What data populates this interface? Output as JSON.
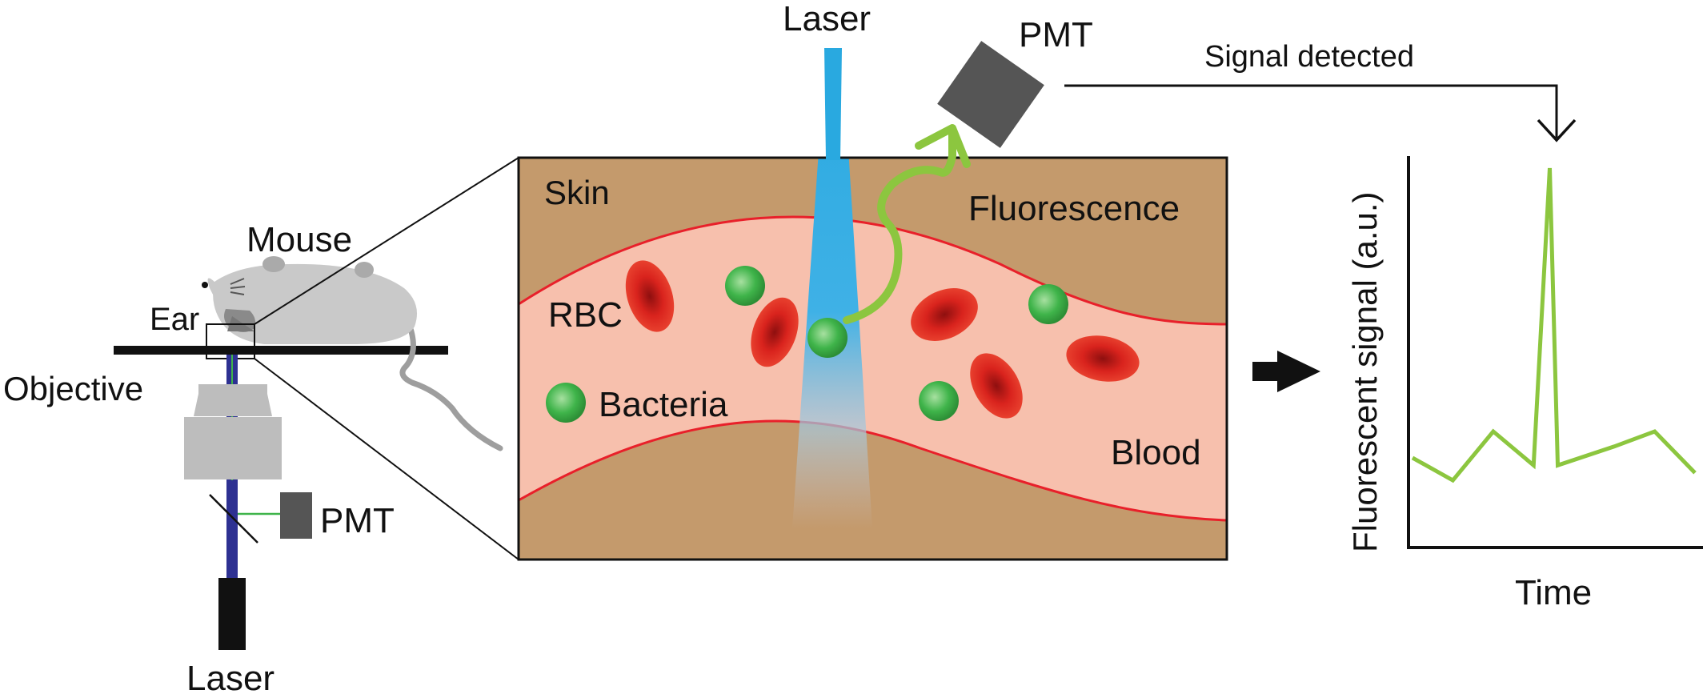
{
  "setup": {
    "mouse_label": "Mouse",
    "ear_label": "Ear",
    "objective_label": "Objective",
    "pmt_label": "PMT",
    "laser_label": "Laser"
  },
  "zoom": {
    "laser_label": "Laser",
    "pmt_label": "PMT",
    "signal_detected_label": "Signal detected",
    "skin_label": "Skin",
    "fluorescence_label": "Fluorescence",
    "rbc_label": "RBC",
    "bacteria_label": "Bacteria",
    "blood_label": "Blood"
  },
  "colors": {
    "skin": "#c49a6c",
    "blood": "#f7c0ad",
    "vessel_line": "#e8202a",
    "rbc": "#e02a22",
    "bacteria": "#3fb44a",
    "laser_beam": "#29a9e0",
    "fluorescence": "#8cc63f",
    "pmt": "#555555",
    "mouse": "#c9c9c9",
    "objective": "#bdbdbd",
    "fiber": "#2e3192",
    "signal_trace": "#8cc63f"
  },
  "chart_data": {
    "type": "line",
    "title": "",
    "xlabel": "Time",
    "ylabel": "Fluorescent signal (a.u.)",
    "xlim": [
      0,
      9
    ],
    "ylim": [
      0,
      10
    ],
    "series": [
      {
        "values": [
          2.3,
          1.7,
          3.0,
          2.1,
          10.0,
          2.1,
          2.6,
          3.0,
          1.9
        ],
        "x": [
          0,
          1,
          2,
          3,
          3.4,
          3.6,
          5,
          6,
          7
        ]
      }
    ]
  }
}
